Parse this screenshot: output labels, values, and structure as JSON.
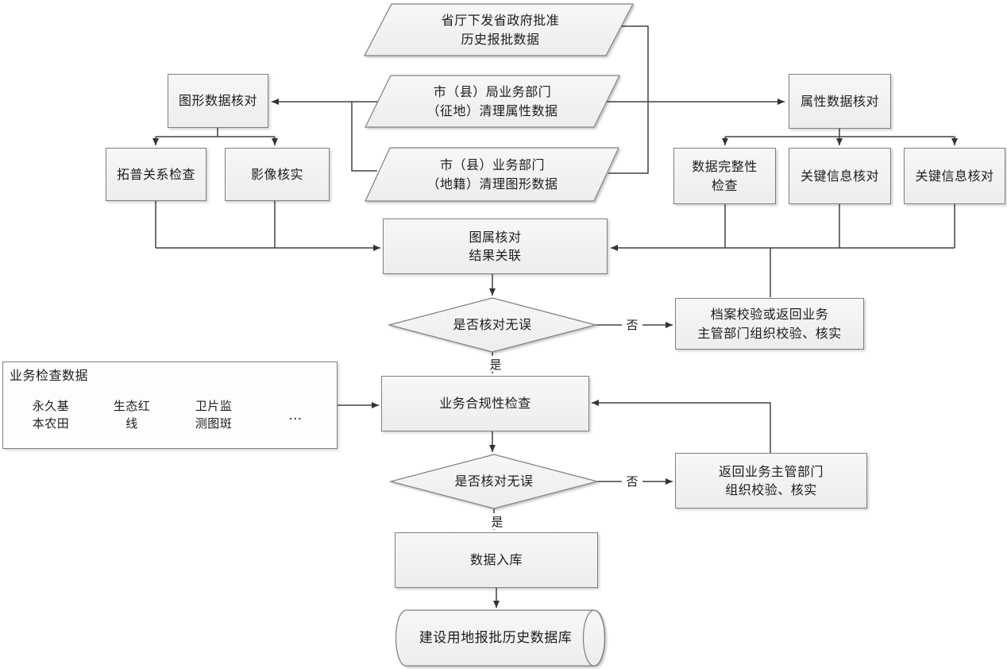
{
  "diagram": {
    "colors": {
      "node_fill_top": "#f7f7f7",
      "node_fill_bottom": "#ededed",
      "node_border": "#7f7f7f",
      "line": "#404040",
      "text": "#1c1c1c"
    },
    "nodes": {
      "src_top": {
        "text": "省厅下发省政府批准\n历史报批数据"
      },
      "src_attr": {
        "text": "市（县）局业务部门\n（征地）清理属性数据"
      },
      "src_graphic": {
        "text": "市（县）业务部门\n（地籍）清理图形数据"
      },
      "graphic_check": {
        "text": "图形数据核对"
      },
      "topo_check": {
        "text": "拓普关系检查"
      },
      "image_verify": {
        "text": "影像核实"
      },
      "attr_check": {
        "text": "属性数据核对"
      },
      "integrity_check": {
        "text": "数据完整性\n检查"
      },
      "key_info_check_1": {
        "text": "关键信息核对"
      },
      "key_info_check_2": {
        "text": "关键信息核对"
      },
      "relate_results": {
        "text": "图属核对\n结果关联"
      },
      "decision_1": {
        "text": "是否核对无误"
      },
      "archive_verify": {
        "text": "档案校验或返回业务\n主管部门组织校验、核实"
      },
      "biz_data_group": {
        "label": "业务检查数据"
      },
      "farmland": {
        "text": "永久基\n本农田"
      },
      "eco_redline": {
        "text": "生态红\n线"
      },
      "satellite_patch": {
        "text": "卫片监\n测图斑"
      },
      "more_data": {
        "text": "..."
      },
      "compliance_check": {
        "text": "业务合规性检查"
      },
      "decision_2": {
        "text": "是否核对无误"
      },
      "return_verify": {
        "text": "返回业务主管部门\n组织校验、核实"
      },
      "data_storage": {
        "text": "数据入库"
      },
      "history_database": {
        "text": "建设用地报批历史数据库"
      }
    },
    "edge_labels": {
      "yes_1": "是",
      "no_1": "否",
      "yes_2": "是",
      "no_2": "否"
    }
  }
}
